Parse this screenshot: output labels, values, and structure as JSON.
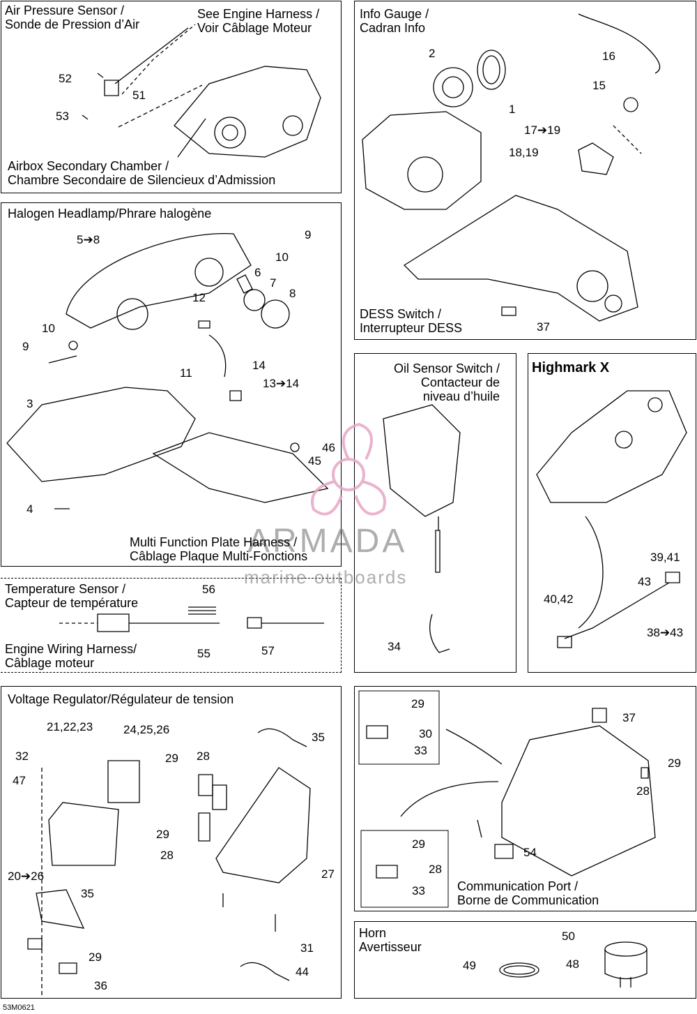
{
  "panels": {
    "air_pressure": {
      "title_en": "Air Pressure Sensor /",
      "title_fr": "Sonde de Pression d’Air",
      "see_harness_en": "See Engine Harness /",
      "see_harness_fr": "Voir Câblage Moteur",
      "airbox_en": "Airbox Secondary Chamber /",
      "airbox_fr": "Chambre Secondaire de Silencieux d’Admission",
      "parts": [
        "52",
        "51",
        "53"
      ]
    },
    "info_gauge": {
      "title_en": "Info Gauge /",
      "title_fr": "Cadran Info",
      "dess_en": "DESS Switch /",
      "dess_fr": "Interrupteur DESS",
      "parts": [
        "2",
        "1",
        "16",
        "15",
        "17➔19",
        "18,19",
        "37"
      ]
    },
    "headlamp": {
      "title": "Halogen Headlamp/Phrare halogène",
      "mfp_en": "Multi Function Plate Harness /",
      "mfp_fr": "Câblage Plaque Multi-Fonctions",
      "parts": [
        "5➔8",
        "9",
        "10",
        "6",
        "7",
        "8",
        "12",
        "10",
        "9",
        "11",
        "14",
        "13➔14",
        "3",
        "46",
        "45",
        "4"
      ]
    },
    "oil_sensor": {
      "title_1": "Oil Sensor Switch /",
      "title_2": "Contacteur de",
      "title_3": "niveau d’huile",
      "parts": [
        "34"
      ]
    },
    "highmark": {
      "title": "Highmark X",
      "parts": [
        "39,41",
        "43",
        "40,42",
        "38➔43"
      ]
    },
    "temperature": {
      "title_en": "Temperature Sensor /",
      "title_fr": "Capteur de température",
      "harness_en": "Engine Wiring Harness/",
      "harness_fr": "Câblage moteur",
      "parts": [
        "56",
        "55",
        "57"
      ]
    },
    "voltage_regulator": {
      "title": "Voltage Regulator/Régulateur de tension",
      "parts": [
        "21,22,23",
        "24,25,26",
        "35",
        "32",
        "47",
        "29",
        "28",
        "29",
        "28",
        "20➔26",
        "27",
        "35",
        "31",
        "29",
        "36",
        "44"
      ]
    },
    "comm_port": {
      "comm_en": "Communication Port /",
      "comm_fr": "Borne de Communication",
      "parts": [
        "29",
        "30",
        "33",
        "37",
        "29",
        "28",
        "29",
        "28",
        "33",
        "54"
      ]
    },
    "horn": {
      "title_en": "Horn",
      "title_fr": "Avertisseur",
      "parts": [
        "50",
        "49",
        "48"
      ]
    }
  },
  "watermark": {
    "brand": "ARMADA",
    "tagline": "marine outboards",
    "color": "#e6a6c6"
  },
  "footer_code": "53M0621"
}
